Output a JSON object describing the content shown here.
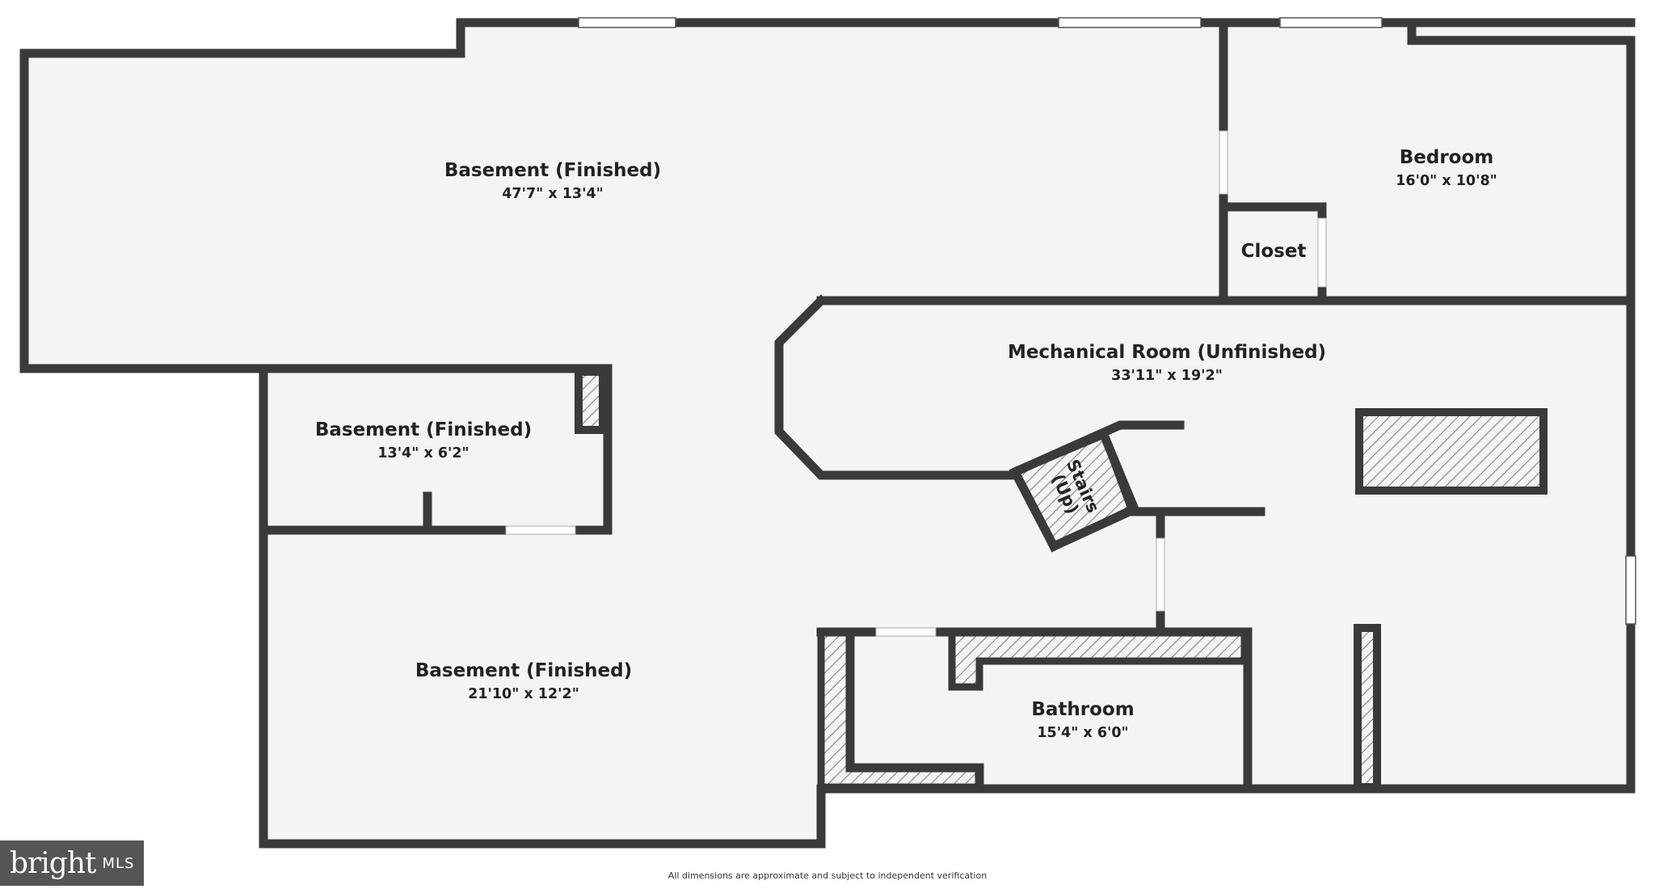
{
  "rooms": [
    {
      "id": "basement-main",
      "name": "Basement (Finished)",
      "dims": "47'7\" x 13'4\""
    },
    {
      "id": "bedroom",
      "name": "Bedroom",
      "dims": "16'0\" x 10'8\""
    },
    {
      "id": "closet",
      "name": "Closet",
      "dims": ""
    },
    {
      "id": "mechanical",
      "name": "Mechanical Room (Unfinished)",
      "dims": "33'11\" x 19'2\""
    },
    {
      "id": "basement-small",
      "name": "Basement (Finished)",
      "dims": "13'4\" x 6'2\""
    },
    {
      "id": "basement-lower",
      "name": "Basement (Finished)",
      "dims": "21'10\" x 12'2\""
    },
    {
      "id": "bathroom",
      "name": "Bathroom",
      "dims": "15'4\" x 6'0\""
    }
  ],
  "stairs": {
    "line1": "Stairs",
    "line2": "(Up)"
  },
  "logo": {
    "word": "bright",
    "suffix": "MLS"
  },
  "disclaimer": "All dimensions are approximate and subject to independent verification",
  "colors": {
    "wall": "#3a3a3a",
    "floor": "#f4f4f4",
    "hatch": "#777777",
    "logo_bg": "#555555"
  }
}
